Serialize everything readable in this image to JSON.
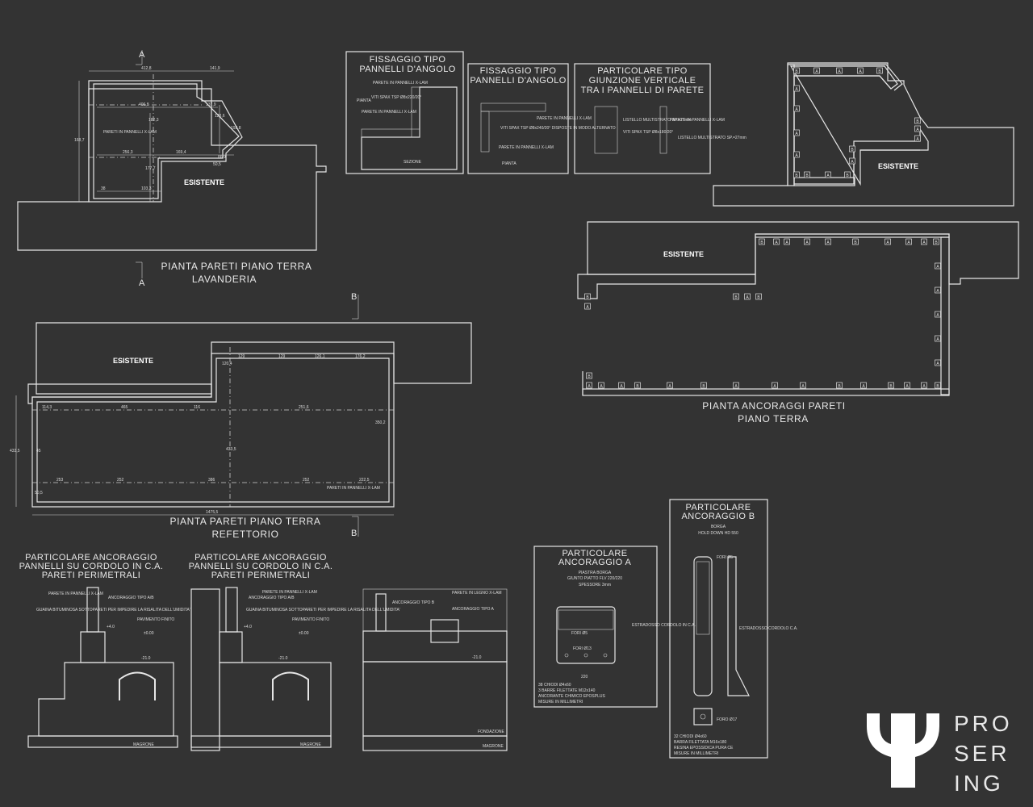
{
  "existing_label": "ESISTENTE",
  "plans": {
    "lavanderia": {
      "title1": "PIANTA PARETI PIANO TERRA",
      "title2": "LAVANDERIA",
      "section": "A",
      "note": "PARETI IN PANNELLI X-LAM",
      "dims": [
        "412,8",
        "141,9",
        "406,8",
        "137,9",
        "256,3",
        "169,4",
        "177,7",
        "38",
        "103,3",
        "182,3",
        "168,7",
        "123,6",
        "50,5",
        "192,8",
        "86,9"
      ]
    },
    "refettorio": {
      "title1": "PIANTA PARETI PIANO TERRA",
      "title2": "REFETTORIO",
      "section": "B",
      "note": "PARETI IN PANNELLI X-LAM",
      "dims": [
        "129",
        "129",
        "126,1",
        "176,2",
        "114,3",
        "465",
        "116",
        "251,6",
        "253",
        "252",
        "386",
        "252",
        "222,5",
        "1475,5",
        "433,5",
        "350,2",
        "433,5",
        "45",
        "50,5",
        "120,4"
      ]
    },
    "ancoraggi": {
      "title1": "PIANTA ANCORAGGI PARETI",
      "title2": "PIANO TERRA"
    }
  },
  "details": {
    "fissaggio1": {
      "title1": "FISSAGGIO TIPO",
      "title2": "PANNELLI D'ANGOLO",
      "pianta": "PIANTA",
      "notes": [
        "PARETE IN PANNELLI X-LAM",
        "VITI SPAX TSP Ø8x220/20°",
        "PARETE IN PANNELLI X-LAM",
        "SEZIONE"
      ]
    },
    "fissaggio2": {
      "title1": "FISSAGGIO TIPO",
      "title2": "PANNELLI D'ANGOLO",
      "pianta": "PIANTA",
      "notes": [
        "PARETE IN PANNELLI X-LAM",
        "VITI SPAX TSP Ø8x240/20° DISPOSTE IN MODO ALTERNATO",
        "PARETE IN PANNELLI X-LAM"
      ]
    },
    "giunzione": {
      "title1": "PARTICOLARE TIPO",
      "title2": "GIUNZIONE VERTICALE",
      "title3": "TRA I PANNELLI DI PARETE",
      "notes": [
        "LISTELLO MULTISTRATO SP.=27mm",
        "PARETE IN PANNELLI X-LAM",
        "LISTELLO MULTISTRATO SP.=27mm",
        "VITI SPAX TSP Ø8x180/20°"
      ]
    },
    "cordolo1": {
      "title1": "PARTICOLARE ANCORAGGIO",
      "title2": "PANNELLI SU CORDOLO IN C.A.",
      "title3": "PARETI PERIMETRALI",
      "notes": [
        "PARETE IN PANNELLI X-LAM",
        "ANCORAGGIO TIPO A/B",
        "GUAINA BITUMINOSA SOTTOPARETI PER IMPEDIRE LA RISALITA DELL'UMIDITA'",
        "PAVIMENTO FINITO",
        "+4.0",
        "±0.00",
        "-21.0",
        "MAGRONE"
      ]
    },
    "cordolo2": {
      "title1": "PARTICOLARE ANCORAGGIO",
      "title2": "PANNELLI SU CORDOLO IN C.A.",
      "title3": "PARETI PERIMETRALI",
      "notes": [
        "PARETE IN PANNELLI X-LAM",
        "ANCORAGGIO TIPO A/B",
        "GUAINA BITUMINOSA SOTTOPARETI PER IMPEDIRE LA RISALITA DELL'UMIDITA'",
        "PAVIMENTO FINITO",
        "+4.0",
        "±0.00",
        "-21.0",
        "MAGRONE"
      ]
    },
    "fondazione": {
      "notes": [
        "PARETE IN LEGNO X-LAM",
        "ANCORAGGIO TIPO B",
        "ANCORAGGIO TIPO A",
        "-21.0",
        "FONDAZIONE",
        "MAGRONE"
      ]
    },
    "ancA": {
      "title1": "PARTICOLARE",
      "title2": "ANCORAGGIO A",
      "sub1": "PIASTRA BORGA",
      "sub2": "GIUNTO PIATTO FLV 220/220",
      "sub3": "SPESSORE 3mm",
      "holes1": "FORI Ø5",
      "holes2": "FORI Ø13",
      "side": "ESTRADOSSO CORDOLO IN C.A.",
      "width": "220",
      "notes": [
        "38 CHIODI Ø4x60",
        "3 BARRE FILETTATE M12x140",
        "ANCORANTE CHIMICO EPOSPLUS",
        "MISURE IN MILLIMETRI"
      ]
    },
    "ancB": {
      "title1": "PARTICOLARE",
      "title2": "ANCORAGGIO B",
      "sub1": "BORGA",
      "sub2": "HOLD DOWN HD 550",
      "holes1": "FORI Ø5",
      "holes2": "FORO Ø17",
      "side": "ESTRADOSSO CORDOLO C.A.",
      "notes": [
        "32 CHIODI Ø4x60",
        "BARRA FILETTATA M16x180",
        "RESINA EPOSSIDICA PURA CE",
        "MISURE IN MILLIMETRI"
      ]
    }
  },
  "logo": {
    "rows": [
      "PRO",
      "SER",
      "ING"
    ],
    "color": "#ffffff",
    "accent": "#e8e8e8"
  }
}
